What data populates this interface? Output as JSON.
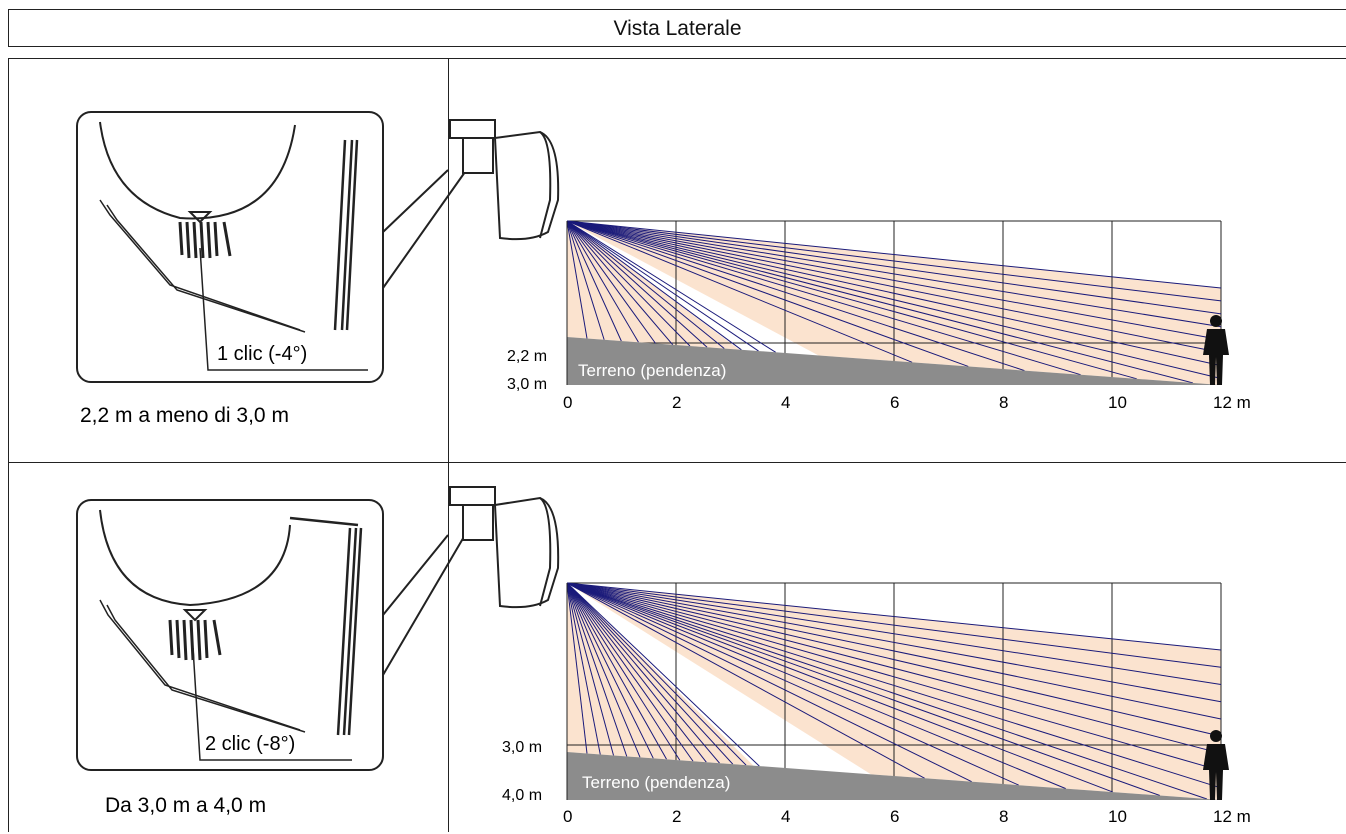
{
  "header": {
    "title": "Vista Laterale"
  },
  "rows": [
    {
      "click_label": "1 clic (-4°)",
      "caption": "2,2 m a meno di 3,0 m",
      "height_upper": "2,2 m",
      "height_lower": "3,0 m",
      "ground_label": "Terreno (pendenza)"
    },
    {
      "click_label": "2 clic (-8°)",
      "caption": "Da 3,0 m a 4,0 m",
      "height_upper": "3,0 m",
      "height_lower": "4,0 m",
      "ground_label": "Terreno (pendenza)"
    }
  ],
  "x_axis": {
    "ticks": [
      "0",
      "2",
      "4",
      "6",
      "8",
      "10",
      "12 m"
    ]
  },
  "colors": {
    "beam": "#1a1a7a",
    "zone_fill": "#fbe3cf",
    "ground": "#8c8c8c",
    "line": "#222222"
  }
}
